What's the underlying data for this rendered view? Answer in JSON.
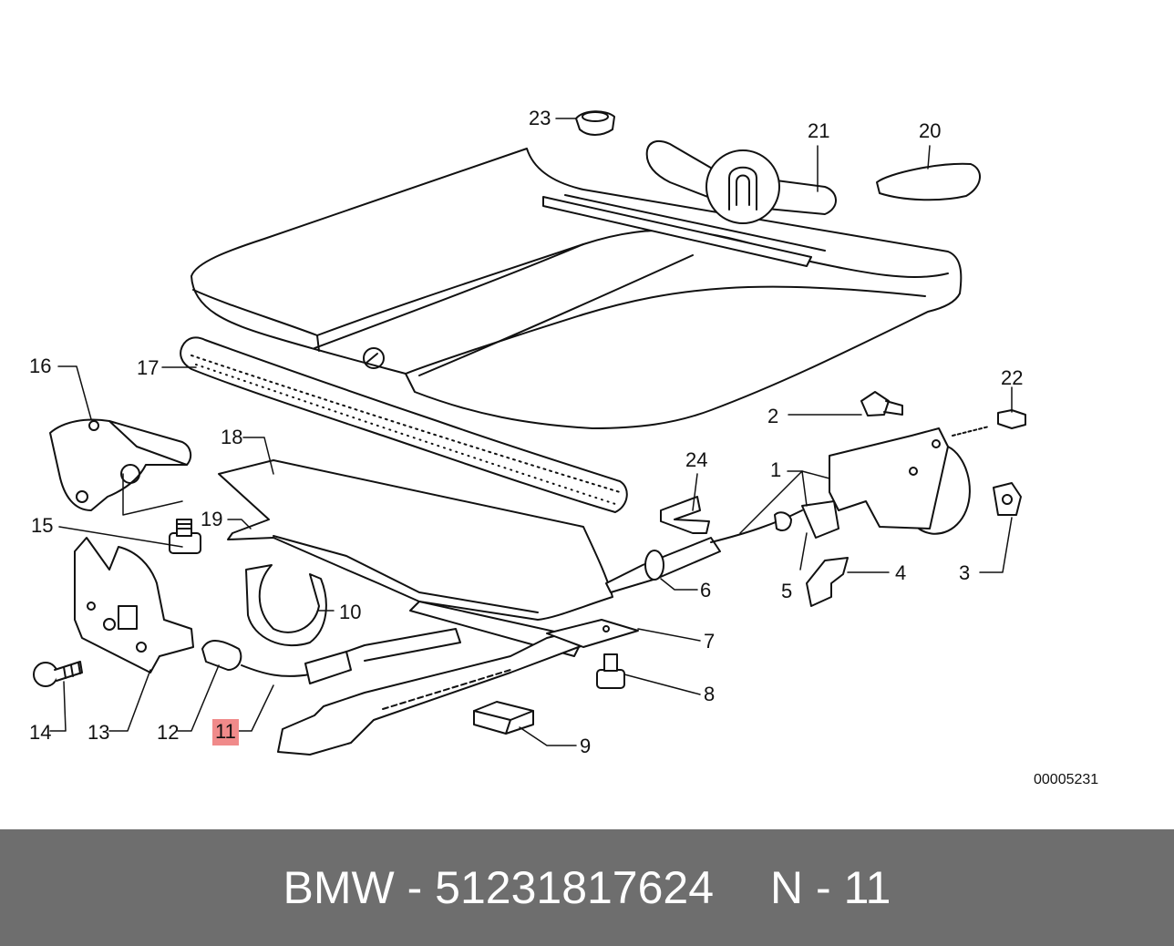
{
  "diagram": {
    "callouts": [
      {
        "id": "1",
        "label": "1"
      },
      {
        "id": "2",
        "label": "2"
      },
      {
        "id": "3",
        "label": "3"
      },
      {
        "id": "4",
        "label": "4"
      },
      {
        "id": "5",
        "label": "5"
      },
      {
        "id": "6",
        "label": "6"
      },
      {
        "id": "7",
        "label": "7"
      },
      {
        "id": "8",
        "label": "8"
      },
      {
        "id": "9",
        "label": "9"
      },
      {
        "id": "10",
        "label": "10"
      },
      {
        "id": "11",
        "label": "11",
        "highlighted": true
      },
      {
        "id": "12",
        "label": "12"
      },
      {
        "id": "13",
        "label": "13"
      },
      {
        "id": "14",
        "label": "14"
      },
      {
        "id": "15",
        "label": "15"
      },
      {
        "id": "16",
        "label": "16"
      },
      {
        "id": "17",
        "label": "17"
      },
      {
        "id": "18",
        "label": "18"
      },
      {
        "id": "19",
        "label": "19"
      },
      {
        "id": "20",
        "label": "20"
      },
      {
        "id": "21",
        "label": "21"
      },
      {
        "id": "22",
        "label": "22"
      },
      {
        "id": "23",
        "label": "23"
      },
      {
        "id": "24",
        "label": "24"
      }
    ],
    "reference_code": "00005231",
    "highlight_color": "#f08a8a"
  },
  "footer": {
    "brand": "BMW",
    "separator": "-",
    "part_number": "51231817624",
    "position_label": "N - 11",
    "background_color": "#6e6e6e"
  }
}
